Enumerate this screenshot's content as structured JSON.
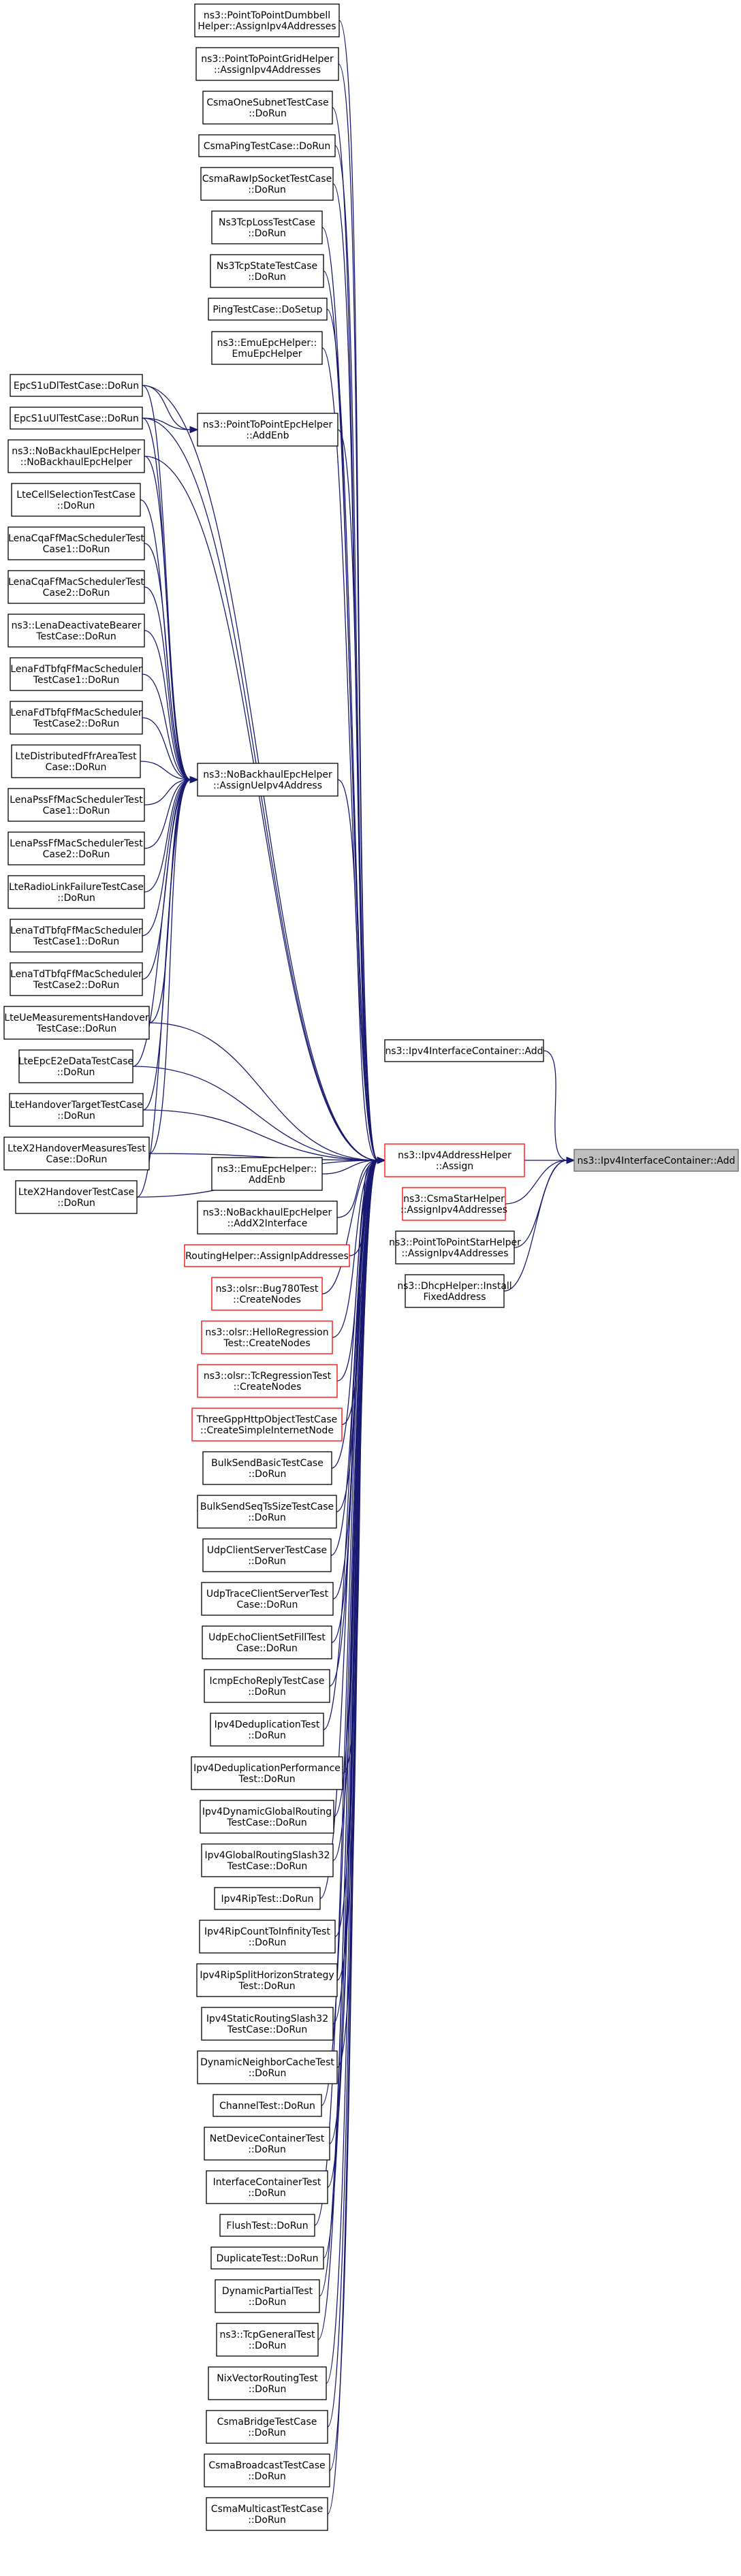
{
  "graph": {
    "root": "ns3::Ipv4InterfaceContainer::Add",
    "nodes": [
      {
        "id": "root",
        "lines": [
          "ns3::Ipv4InterfaceContainer::Add"
        ],
        "style": "root"
      },
      {
        "id": "ifcAdd",
        "lines": [
          "ns3::Ipv4InterfaceContainer::Add"
        ]
      },
      {
        "id": "assign",
        "lines": [
          "ns3::Ipv4AddressHelper",
          "::Assign"
        ],
        "style": "red"
      },
      {
        "id": "csmaStar",
        "lines": [
          "ns3::CsmaStarHelper",
          "::AssignIpv4Addresses"
        ],
        "style": "red"
      },
      {
        "id": "p2pStar",
        "lines": [
          "ns3::PointToPointStarHelper",
          "::AssignIpv4Addresses"
        ]
      },
      {
        "id": "dhcp",
        "lines": [
          "ns3::DhcpHelper::Install",
          "FixedAddress"
        ]
      },
      {
        "id": "dumbbell",
        "lines": [
          "ns3::PointToPointDumbbell",
          "Helper::AssignIpv4Addresses"
        ]
      },
      {
        "id": "grid",
        "lines": [
          "ns3::PointToPointGridHelper",
          "::AssignIpv4Addresses"
        ]
      },
      {
        "id": "csmaOne",
        "lines": [
          "CsmaOneSubnetTestCase",
          "::DoRun"
        ]
      },
      {
        "id": "csmaPing",
        "lines": [
          "CsmaPingTestCase::DoRun"
        ]
      },
      {
        "id": "csmaRaw",
        "lines": [
          "CsmaRawIpSocketTestCase",
          "::DoRun"
        ]
      },
      {
        "id": "tcpLoss",
        "lines": [
          "Ns3TcpLossTestCase",
          "::DoRun"
        ]
      },
      {
        "id": "tcpState",
        "lines": [
          "Ns3TcpStateTestCase",
          "::DoRun"
        ]
      },
      {
        "id": "pingSetup",
        "lines": [
          "PingTestCase::DoSetup"
        ]
      },
      {
        "id": "emuEpc1",
        "lines": [
          "ns3::EmuEpcHelper::",
          "EmuEpcHelper"
        ]
      },
      {
        "id": "p2pEpcAddEnb",
        "lines": [
          "ns3::PointToPointEpcHelper",
          "::AddEnb"
        ]
      },
      {
        "id": "s1dl",
        "lines": [
          "EpcS1uDlTestCase::DoRun"
        ]
      },
      {
        "id": "s1ul",
        "lines": [
          "EpcS1uUlTestCase::DoRun"
        ]
      },
      {
        "id": "noBackhaulCtor",
        "lines": [
          "ns3::NoBackhaulEpcHelper",
          "::NoBackhaulEpcHelper"
        ]
      },
      {
        "id": "cellSel",
        "lines": [
          "LteCellSelectionTestCase",
          "::DoRun"
        ]
      },
      {
        "id": "cqa1",
        "lines": [
          "LenaCqaFfMacSchedulerTest",
          "Case1::DoRun"
        ]
      },
      {
        "id": "cqa2",
        "lines": [
          "LenaCqaFfMacSchedulerTest",
          "Case2::DoRun"
        ]
      },
      {
        "id": "deact",
        "lines": [
          "ns3::LenaDeactivateBearer",
          "TestCase::DoRun"
        ]
      },
      {
        "id": "fdtbfq1",
        "lines": [
          "LenaFdTbfqFfMacScheduler",
          "TestCase1::DoRun"
        ]
      },
      {
        "id": "fdtbfq2",
        "lines": [
          "LenaFdTbfqFfMacScheduler",
          "TestCase2::DoRun"
        ]
      },
      {
        "id": "distFfr",
        "lines": [
          "LteDistributedFfrAreaTest",
          "Case::DoRun"
        ]
      },
      {
        "id": "assignUe",
        "lines": [
          "ns3::NoBackhaulEpcHelper",
          "::AssignUeIpv4Address"
        ]
      },
      {
        "id": "pss1",
        "lines": [
          "LenaPssFfMacSchedulerTest",
          "Case1::DoRun"
        ]
      },
      {
        "id": "pss2",
        "lines": [
          "LenaPssFfMacSchedulerTest",
          "Case2::DoRun"
        ]
      },
      {
        "id": "rlf",
        "lines": [
          "LteRadioLinkFailureTestCase",
          "::DoRun"
        ]
      },
      {
        "id": "tdtbfq1",
        "lines": [
          "LenaTdTbfqFfMacScheduler",
          "TestCase1::DoRun"
        ]
      },
      {
        "id": "tdtbfq2",
        "lines": [
          "LenaTdTbfqFfMacScheduler",
          "TestCase2::DoRun"
        ]
      },
      {
        "id": "ueMeas",
        "lines": [
          "LteUeMeasurementsHandover",
          "TestCase::DoRun"
        ]
      },
      {
        "id": "e2e",
        "lines": [
          "LteEpcE2eDataTestCase",
          "::DoRun"
        ]
      },
      {
        "id": "hoTarget",
        "lines": [
          "LteHandoverTargetTestCase",
          "::DoRun"
        ]
      },
      {
        "id": "x2hoMeas",
        "lines": [
          "LteX2HandoverMeasuresTest",
          "Case::DoRun"
        ]
      },
      {
        "id": "x2ho",
        "lines": [
          "LteX2HandoverTestCase",
          "::DoRun"
        ]
      },
      {
        "id": "emuAddEnb",
        "lines": [
          "ns3::EmuEpcHelper::",
          "AddEnb"
        ]
      },
      {
        "id": "addX2",
        "lines": [
          "ns3::NoBackhaulEpcHelper",
          "::AddX2Interface"
        ]
      },
      {
        "id": "routing",
        "lines": [
          "RoutingHelper::AssignIpAddresses"
        ],
        "style": "red"
      },
      {
        "id": "bug780",
        "lines": [
          "ns3::olsr::Bug780Test",
          "::CreateNodes"
        ],
        "style": "red"
      },
      {
        "id": "hello",
        "lines": [
          "ns3::olsr::HelloRegression",
          "Test::CreateNodes"
        ],
        "style": "red"
      },
      {
        "id": "tc",
        "lines": [
          "ns3::olsr::TcRegressionTest",
          "::CreateNodes"
        ],
        "style": "red"
      },
      {
        "id": "http",
        "lines": [
          "ThreeGppHttpObjectTestCase",
          "::CreateSimpleInternetNode"
        ],
        "style": "red"
      },
      {
        "id": "bulk",
        "lines": [
          "BulkSendBasicTestCase",
          "::DoRun"
        ]
      },
      {
        "id": "bulkSeq",
        "lines": [
          "BulkSendSeqTsSizeTestCase",
          "::DoRun"
        ]
      },
      {
        "id": "udpCS",
        "lines": [
          "UdpClientServerTestCase",
          "::DoRun"
        ]
      },
      {
        "id": "udpTrace",
        "lines": [
          "UdpTraceClientServerTest",
          "Case::DoRun"
        ]
      },
      {
        "id": "udpEcho",
        "lines": [
          "UdpEchoClientSetFillTest",
          "Case::DoRun"
        ]
      },
      {
        "id": "icmp",
        "lines": [
          "IcmpEchoReplyTestCase",
          "::DoRun"
        ]
      },
      {
        "id": "dedup",
        "lines": [
          "Ipv4DeduplicationTest",
          "::DoRun"
        ]
      },
      {
        "id": "dedupPerf",
        "lines": [
          "Ipv4DeduplicationPerformance",
          "Test::DoRun"
        ]
      },
      {
        "id": "dynGlobal",
        "lines": [
          "Ipv4DynamicGlobalRouting",
          "TestCase::DoRun"
        ]
      },
      {
        "id": "slash32",
        "lines": [
          "Ipv4GlobalRoutingSlash32",
          "TestCase::DoRun"
        ]
      },
      {
        "id": "rip",
        "lines": [
          "Ipv4RipTest::DoRun"
        ]
      },
      {
        "id": "ripInf",
        "lines": [
          "Ipv4RipCountToInfinityTest",
          "::DoRun"
        ]
      },
      {
        "id": "ripSplit",
        "lines": [
          "Ipv4RipSplitHorizonStrategy",
          "Test::DoRun"
        ]
      },
      {
        "id": "static32",
        "lines": [
          "Ipv4StaticRoutingSlash32",
          "TestCase::DoRun"
        ]
      },
      {
        "id": "neigh",
        "lines": [
          "DynamicNeighborCacheTest",
          "::DoRun"
        ]
      },
      {
        "id": "channel",
        "lines": [
          "ChannelTest::DoRun"
        ]
      },
      {
        "id": "netdev",
        "lines": [
          "NetDeviceContainerTest",
          "::DoRun"
        ]
      },
      {
        "id": "ifcTest",
        "lines": [
          "InterfaceContainerTest",
          "::DoRun"
        ]
      },
      {
        "id": "flush",
        "lines": [
          "FlushTest::DoRun"
        ]
      },
      {
        "id": "dup",
        "lines": [
          "DuplicateTest::DoRun"
        ]
      },
      {
        "id": "dynPart",
        "lines": [
          "DynamicPartialTest",
          "::DoRun"
        ]
      },
      {
        "id": "tcpGen",
        "lines": [
          "ns3::TcpGeneralTest",
          "::DoRun"
        ]
      },
      {
        "id": "nix",
        "lines": [
          "NixVectorRoutingTest",
          "::DoRun"
        ]
      },
      {
        "id": "csmaBridge",
        "lines": [
          "CsmaBridgeTestCase",
          "::DoRun"
        ]
      },
      {
        "id": "csmaBcast",
        "lines": [
          "CsmaBroadcastTestCase",
          "::DoRun"
        ]
      },
      {
        "id": "csmaMcast",
        "lines": [
          "CsmaMulticastTestCase",
          "::DoRun"
        ]
      }
    ],
    "edges": [
      [
        "ifcAdd",
        "root"
      ],
      [
        "assign",
        "root"
      ],
      [
        "csmaStar",
        "root"
      ],
      [
        "p2pStar",
        "root"
      ],
      [
        "dhcp",
        "root"
      ],
      [
        "dumbbell",
        "assign"
      ],
      [
        "grid",
        "assign"
      ],
      [
        "csmaOne",
        "assign"
      ],
      [
        "csmaPing",
        "assign"
      ],
      [
        "csmaRaw",
        "assign"
      ],
      [
        "tcpLoss",
        "assign"
      ],
      [
        "tcpState",
        "assign"
      ],
      [
        "pingSetup",
        "assign"
      ],
      [
        "emuEpc1",
        "assign"
      ],
      [
        "p2pEpcAddEnb",
        "assign"
      ],
      [
        "s1dl",
        "assign"
      ],
      [
        "s1ul",
        "assign"
      ],
      [
        "noBackhaulCtor",
        "assign"
      ],
      [
        "assignUe",
        "assign"
      ],
      [
        "ueMeas",
        "assign"
      ],
      [
        "e2e",
        "assign"
      ],
      [
        "hoTarget",
        "assign"
      ],
      [
        "x2hoMeas",
        "assign"
      ],
      [
        "x2ho",
        "assign"
      ],
      [
        "emuAddEnb",
        "assign"
      ],
      [
        "addX2",
        "assign"
      ],
      [
        "routing",
        "assign"
      ],
      [
        "bug780",
        "assign"
      ],
      [
        "hello",
        "assign"
      ],
      [
        "tc",
        "assign"
      ],
      [
        "http",
        "assign"
      ],
      [
        "bulk",
        "assign"
      ],
      [
        "bulkSeq",
        "assign"
      ],
      [
        "udpCS",
        "assign"
      ],
      [
        "udpTrace",
        "assign"
      ],
      [
        "udpEcho",
        "assign"
      ],
      [
        "icmp",
        "assign"
      ],
      [
        "dedup",
        "assign"
      ],
      [
        "dedupPerf",
        "assign"
      ],
      [
        "dynGlobal",
        "assign"
      ],
      [
        "slash32",
        "assign"
      ],
      [
        "rip",
        "assign"
      ],
      [
        "ripInf",
        "assign"
      ],
      [
        "ripSplit",
        "assign"
      ],
      [
        "static32",
        "assign"
      ],
      [
        "neigh",
        "assign"
      ],
      [
        "channel",
        "assign"
      ],
      [
        "netdev",
        "assign"
      ],
      [
        "ifcTest",
        "assign"
      ],
      [
        "flush",
        "assign"
      ],
      [
        "dup",
        "assign"
      ],
      [
        "dynPart",
        "assign"
      ],
      [
        "tcpGen",
        "assign"
      ],
      [
        "nix",
        "assign"
      ],
      [
        "csmaBridge",
        "assign"
      ],
      [
        "csmaBcast",
        "assign"
      ],
      [
        "csmaMcast",
        "assign"
      ],
      [
        "s1dl",
        "p2pEpcAddEnb"
      ],
      [
        "s1ul",
        "p2pEpcAddEnb"
      ],
      [
        "s1dl",
        "assignUe"
      ],
      [
        "s1ul",
        "assignUe"
      ],
      [
        "noBackhaulCtor",
        "assignUe"
      ],
      [
        "cellSel",
        "assignUe"
      ],
      [
        "cqa1",
        "assignUe"
      ],
      [
        "cqa2",
        "assignUe"
      ],
      [
        "deact",
        "assignUe"
      ],
      [
        "fdtbfq1",
        "assignUe"
      ],
      [
        "fdtbfq2",
        "assignUe"
      ],
      [
        "distFfr",
        "assignUe"
      ],
      [
        "pss1",
        "assignUe"
      ],
      [
        "pss2",
        "assignUe"
      ],
      [
        "rlf",
        "assignUe"
      ],
      [
        "tdtbfq1",
        "assignUe"
      ],
      [
        "tdtbfq2",
        "assignUe"
      ],
      [
        "ueMeas",
        "assignUe"
      ],
      [
        "e2e",
        "assignUe"
      ],
      [
        "hoTarget",
        "assignUe"
      ],
      [
        "x2hoMeas",
        "assignUe"
      ],
      [
        "x2ho",
        "assignUe"
      ]
    ]
  }
}
